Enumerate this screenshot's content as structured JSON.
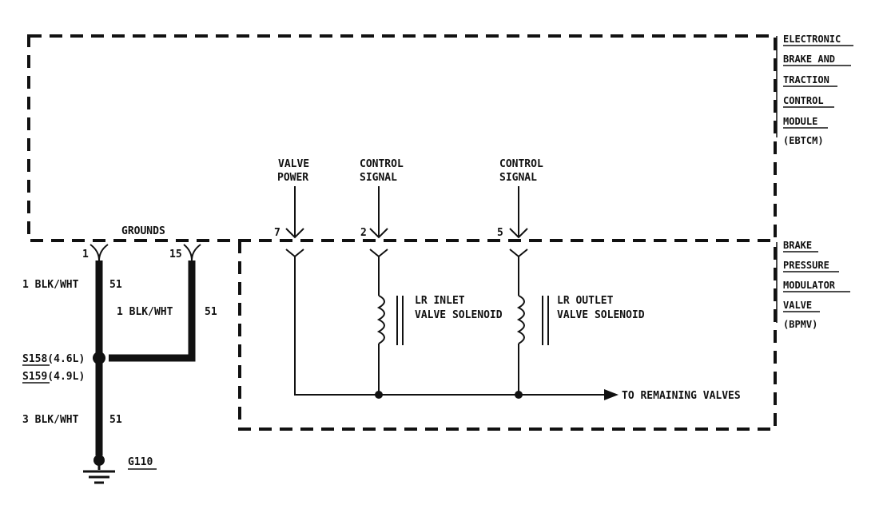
{
  "ebtcm_label": [
    "ELECTRONIC",
    "BRAKE AND",
    "TRACTION",
    "CONTROL",
    "MODULE",
    "(EBTCM)"
  ],
  "bpmv_label": [
    "BRAKE",
    "PRESSURE",
    "MODULATOR",
    "VALVE",
    "(BPMV)"
  ],
  "grounds_label": "GROUNDS",
  "pins": {
    "ground1": "1",
    "ground15": "15",
    "valve_power": "7",
    "control_a": "2",
    "control_b": "5"
  },
  "signals": {
    "valve_power": [
      "VALVE",
      "POWER"
    ],
    "control_a": [
      "CONTROL",
      "SIGNAL"
    ],
    "control_b": [
      "CONTROL",
      "SIGNAL"
    ]
  },
  "solenoids": {
    "inlet": [
      "LR INLET",
      "VALVE SOLENOID"
    ],
    "outlet": [
      "LR OUTLET",
      "VALVE SOLENOID"
    ]
  },
  "wires": {
    "left_gauge": "1 BLK/WHT",
    "left_circuit": "51",
    "mid_gauge": "1 BLK/WHT",
    "mid_circuit": "51",
    "bottom_gauge": "3 BLK/WHT",
    "bottom_circuit": "51"
  },
  "splices": {
    "s158": "S158(4.6L)",
    "s159": "S159(4.9L)"
  },
  "ground_point": "G110",
  "to_remaining": "TO REMAINING VALVES"
}
